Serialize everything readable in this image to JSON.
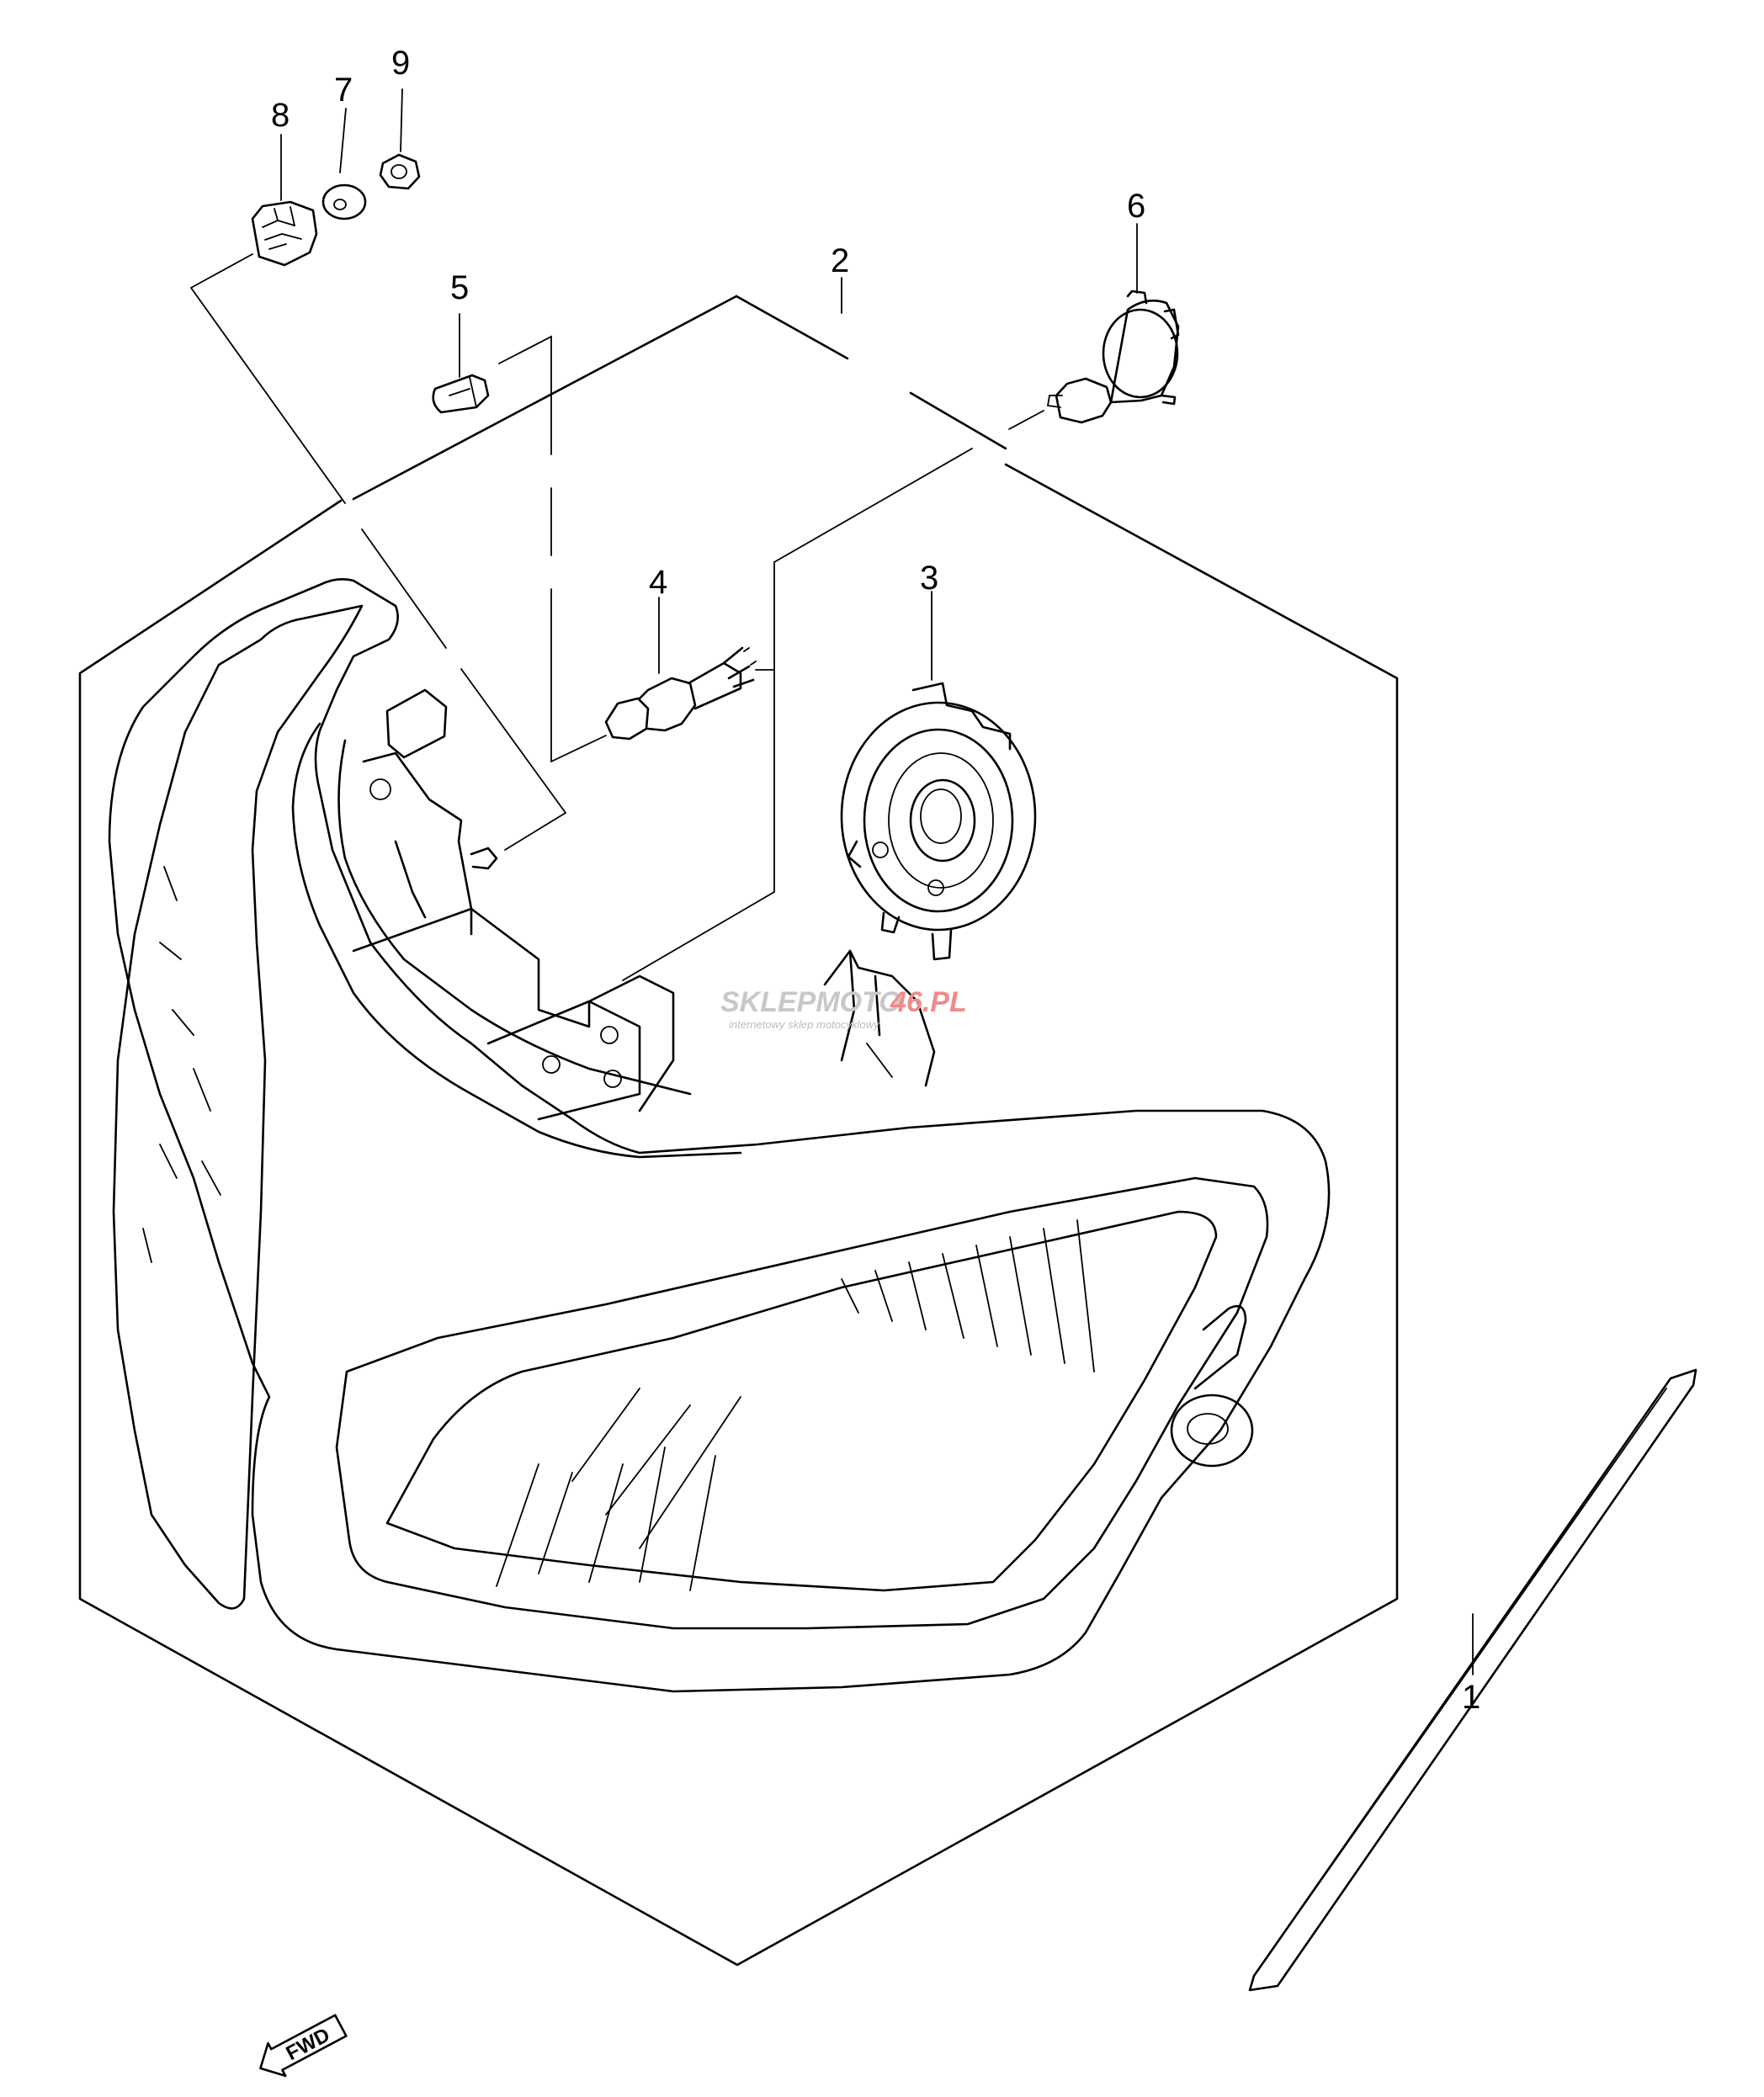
{
  "callouts": {
    "p1": "1",
    "p2": "2",
    "p3": "3",
    "p4": "4",
    "p5": "5",
    "p6": "6",
    "p7": "7",
    "p8": "8",
    "p9": "9"
  },
  "watermark": {
    "brand_left": "SKLEPMOTO",
    "brand_right": "46.PL",
    "tagline": "internetowy sklep motocyklowy"
  },
  "direction_marker": {
    "label": "FWD",
    "icon": "arrow-icon"
  }
}
